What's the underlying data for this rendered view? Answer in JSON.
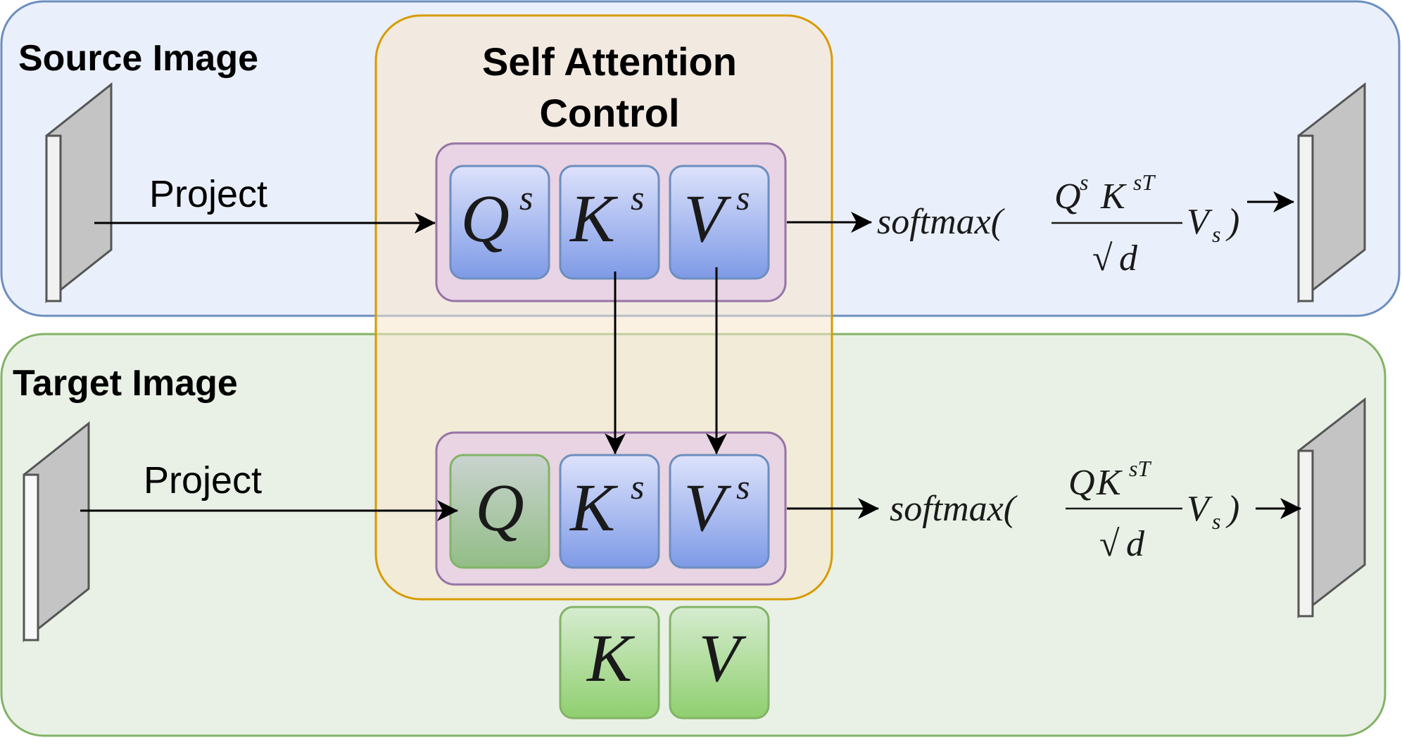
{
  "source": {
    "title": "Source Image",
    "project_label": "Project",
    "tokens": [
      {
        "base": "Q",
        "sup": "s"
      },
      {
        "base": "K",
        "sup": "s"
      },
      {
        "base": "V",
        "sup": "s"
      }
    ],
    "formula": {
      "prefix": "softmax(",
      "num_1": "Q",
      "num_1_sup": "s",
      "num_2": "K",
      "num_2_sup": "sT",
      "den": "d",
      "suffix_v": "V",
      "suffix_sub": "s",
      "close": ")"
    }
  },
  "control": {
    "title_line1": "Self Attention",
    "title_line2": "Control"
  },
  "target": {
    "title": "Target Image",
    "project_label": "Project",
    "tokens": [
      {
        "base": "Q",
        "sup": ""
      },
      {
        "base": "K",
        "sup": "s"
      },
      {
        "base": "V",
        "sup": "s"
      }
    ],
    "own_tokens": [
      {
        "base": "K"
      },
      {
        "base": "V"
      }
    ],
    "formula": {
      "prefix": "softmax(",
      "num_1": "Q",
      "num_2": "K",
      "num_2_sup": "sT",
      "den": "d",
      "suffix_v": "V",
      "suffix_sub": "s",
      "close": ")"
    }
  },
  "colors": {
    "source_panel_fill": "#eaf0fb",
    "source_panel_stroke": "#6c8ebf",
    "target_panel_fill": "#e9f1e6",
    "target_panel_stroke": "#82b366",
    "control_fill": "#f8e6cc",
    "control_stroke": "#d79b00",
    "group_fill": "#e6d0e4",
    "group_stroke": "#9673a6",
    "token_blue_top": "#dde2fb",
    "token_blue_bottom": "#7e9ae6",
    "token_blue_stroke": "#6c8ebf",
    "token_green_top": "#d6ecd0",
    "token_green_bottom": "#8fcf6e",
    "token_green_stroke": "#82b366"
  }
}
